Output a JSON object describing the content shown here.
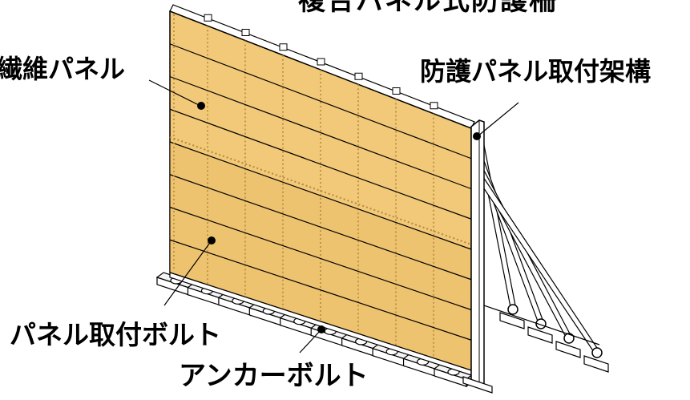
{
  "diagram": {
    "title": "複合パネル式防護柵",
    "labels": {
      "fiber_panel": "繊維パネル",
      "panel_mount_frame": "防護パネル取付架構",
      "panel_mount_bolt": "パネル取付ボルト",
      "anchor_bolt": "アンカーボルト"
    },
    "colors": {
      "panel_fill": "#f2c979",
      "panel_fill_dark": "#e8b860",
      "bolt_dot": "#b58a3a",
      "line": "#000000",
      "frame_fill": "#ffffff"
    },
    "panel_grid": {
      "columns": 8,
      "rows": 8
    },
    "brace_count": 4,
    "footing_count": 10
  }
}
